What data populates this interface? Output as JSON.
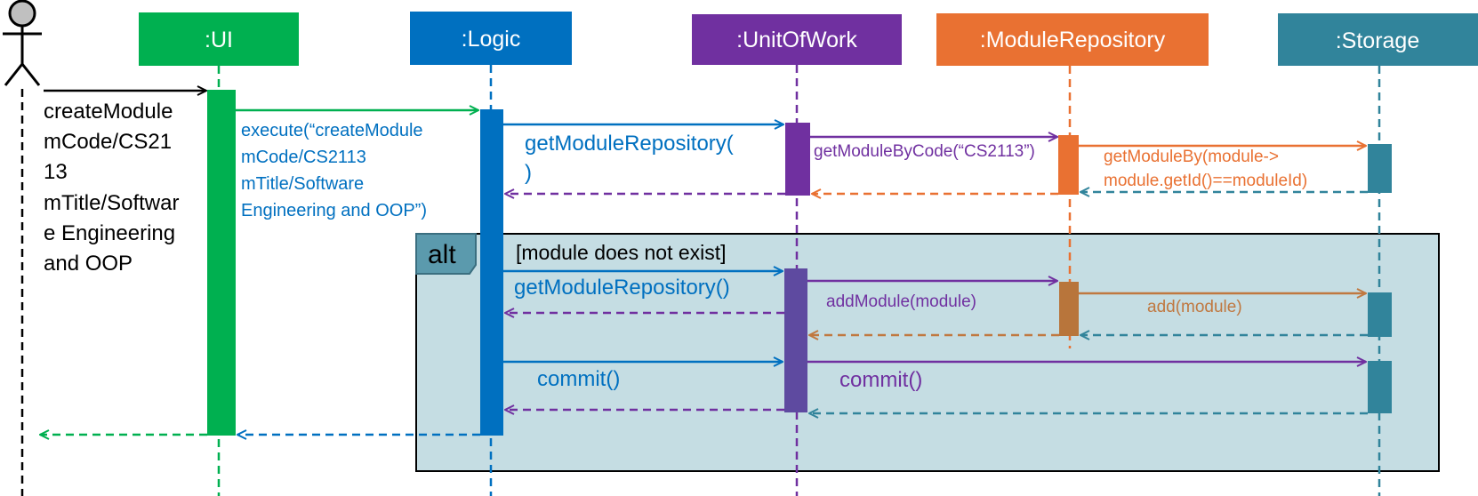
{
  "actor": {
    "name": "",
    "icon": "stick-figure-icon"
  },
  "participants": [
    {
      "id": "ui",
      "label": ":UI",
      "color": "#00b050"
    },
    {
      "id": "logic",
      "label": ":Logic",
      "color": "#0070c0"
    },
    {
      "id": "uow",
      "label": ":UnitOfWork",
      "color": "#7030a0"
    },
    {
      "id": "repo",
      "label": ":ModuleRepository",
      "color": "#e97132"
    },
    {
      "id": "storage",
      "label": ":Storage",
      "color": "#31849b"
    }
  ],
  "messages": {
    "user_command": [
      "createModule",
      "mCode/CS21",
      "13",
      "mTitle/Softwar",
      "e Engineering",
      "and OOP"
    ],
    "execute": [
      "execute(“createModule",
      "mCode/CS2113",
      "mTitle/Software",
      "Engineering and OOP”)"
    ],
    "get_repo_1": [
      "getModuleRepository(",
      ")"
    ],
    "get_by_code": "getModuleByCode(“CS2113”)",
    "get_by": [
      "getModuleBy(module->",
      "module.getId()==moduleId)"
    ],
    "get_repo_2": "getModuleRepository()",
    "add_module": "addModule(module)",
    "add": "add(module)",
    "commit_logic": "commit()",
    "commit_uow": "commit()"
  },
  "fragment": {
    "operator": "alt",
    "guard": "[module does not exist]",
    "fill": "#c5dde3"
  }
}
